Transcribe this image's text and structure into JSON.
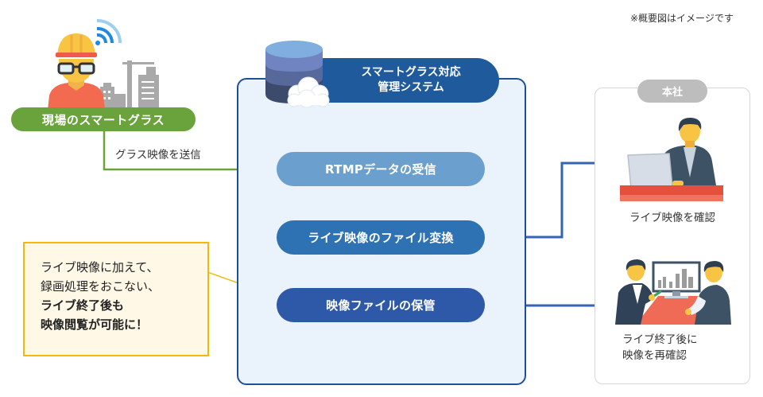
{
  "note": "※概要図はイメージです",
  "site": {
    "label": "現場のスマートグラス",
    "send_label": "グラス映像を送信",
    "illustration": "worker-with-smart-glasses-icon"
  },
  "system": {
    "title_line1": "スマートグラス対応",
    "title_line2": "管理システム",
    "icon": "database-cloud-icon",
    "steps": [
      {
        "label": "RTMPデータの受信"
      },
      {
        "label": "ライブ映像のファイル変換"
      },
      {
        "label": "映像ファイルの保管"
      }
    ]
  },
  "callout": {
    "line1": "ライブ映像に加えて、",
    "line2": "録画処理をおこない、",
    "line3_bold": "ライブ終了後も",
    "line4_bold": "映像閲覧が可能に！"
  },
  "hq": {
    "badge": "本社",
    "items": [
      {
        "label": "ライブ映像を確認",
        "icon": "person-at-laptop-icon"
      },
      {
        "label_line1": "ライブ終了後に",
        "label_line2": "映像を再確認",
        "icon": "meeting-review-icon"
      }
    ]
  },
  "colors": {
    "site_green": "#6aa33c",
    "system_navy": "#1f5a9c",
    "step1": "#6b9fcd",
    "step2": "#2e72b3",
    "step3": "#2e58a8",
    "callout_border": "#f5b70a",
    "hq_badge": "#bdbdbd"
  }
}
